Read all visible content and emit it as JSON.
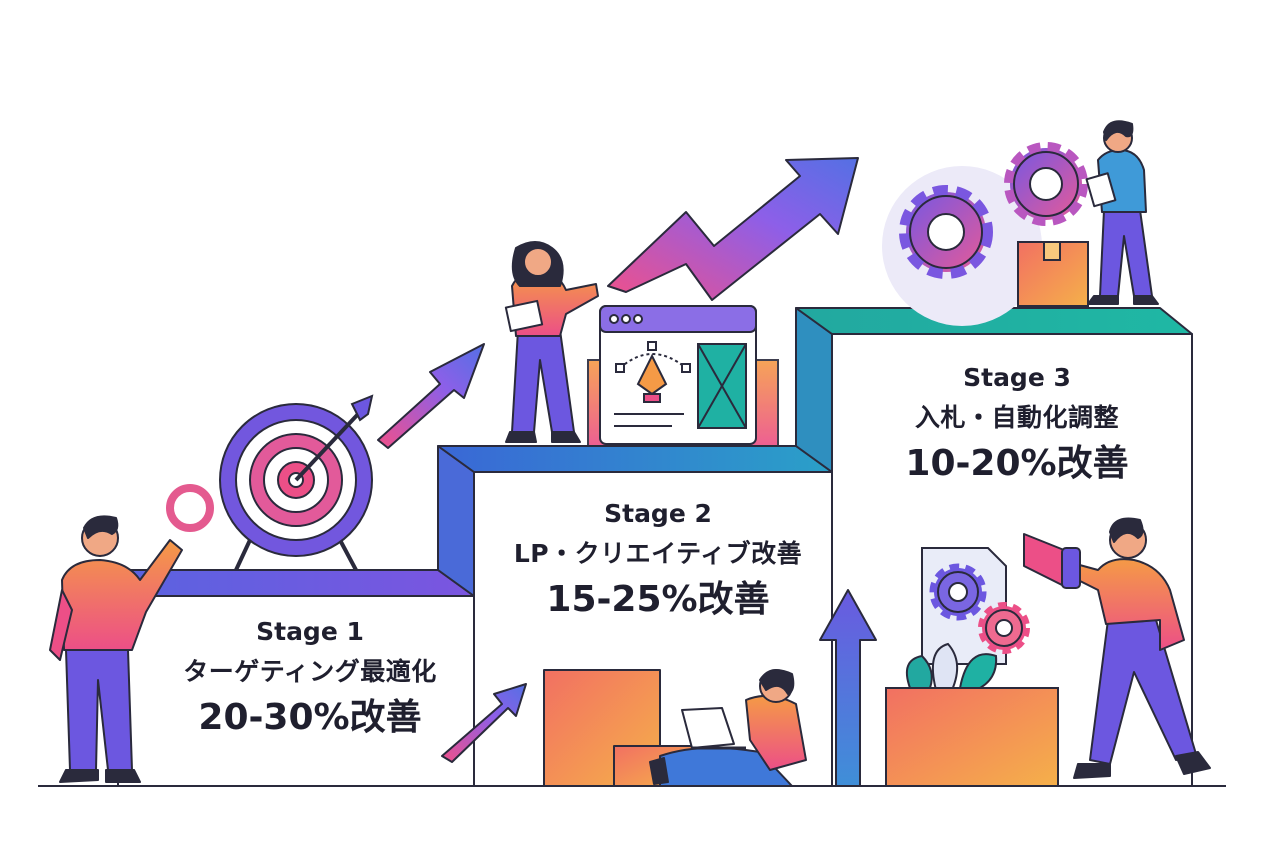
{
  "stages": [
    {
      "name": "Stage 1",
      "title": "ターゲティング最適化",
      "improvement": "20-30%改善"
    },
    {
      "name": "Stage 2",
      "title": "LP・クリエイティブ改善",
      "improvement": "15-25%改善"
    },
    {
      "name": "Stage 3",
      "title": "入札・自動化調整",
      "improvement": "10-20%改善"
    }
  ],
  "colors": {
    "purple": "#6c57e0",
    "pink": "#ec4f87",
    "orange": "#f59a46",
    "teal": "#1fb1a3",
    "blue": "#3f78d9",
    "outline": "#2a2a3c"
  },
  "icons": [
    "target-icon",
    "pen-tool-icon",
    "gear-icon",
    "megaphone-icon",
    "laptop-icon",
    "trend-arrow-icon"
  ]
}
